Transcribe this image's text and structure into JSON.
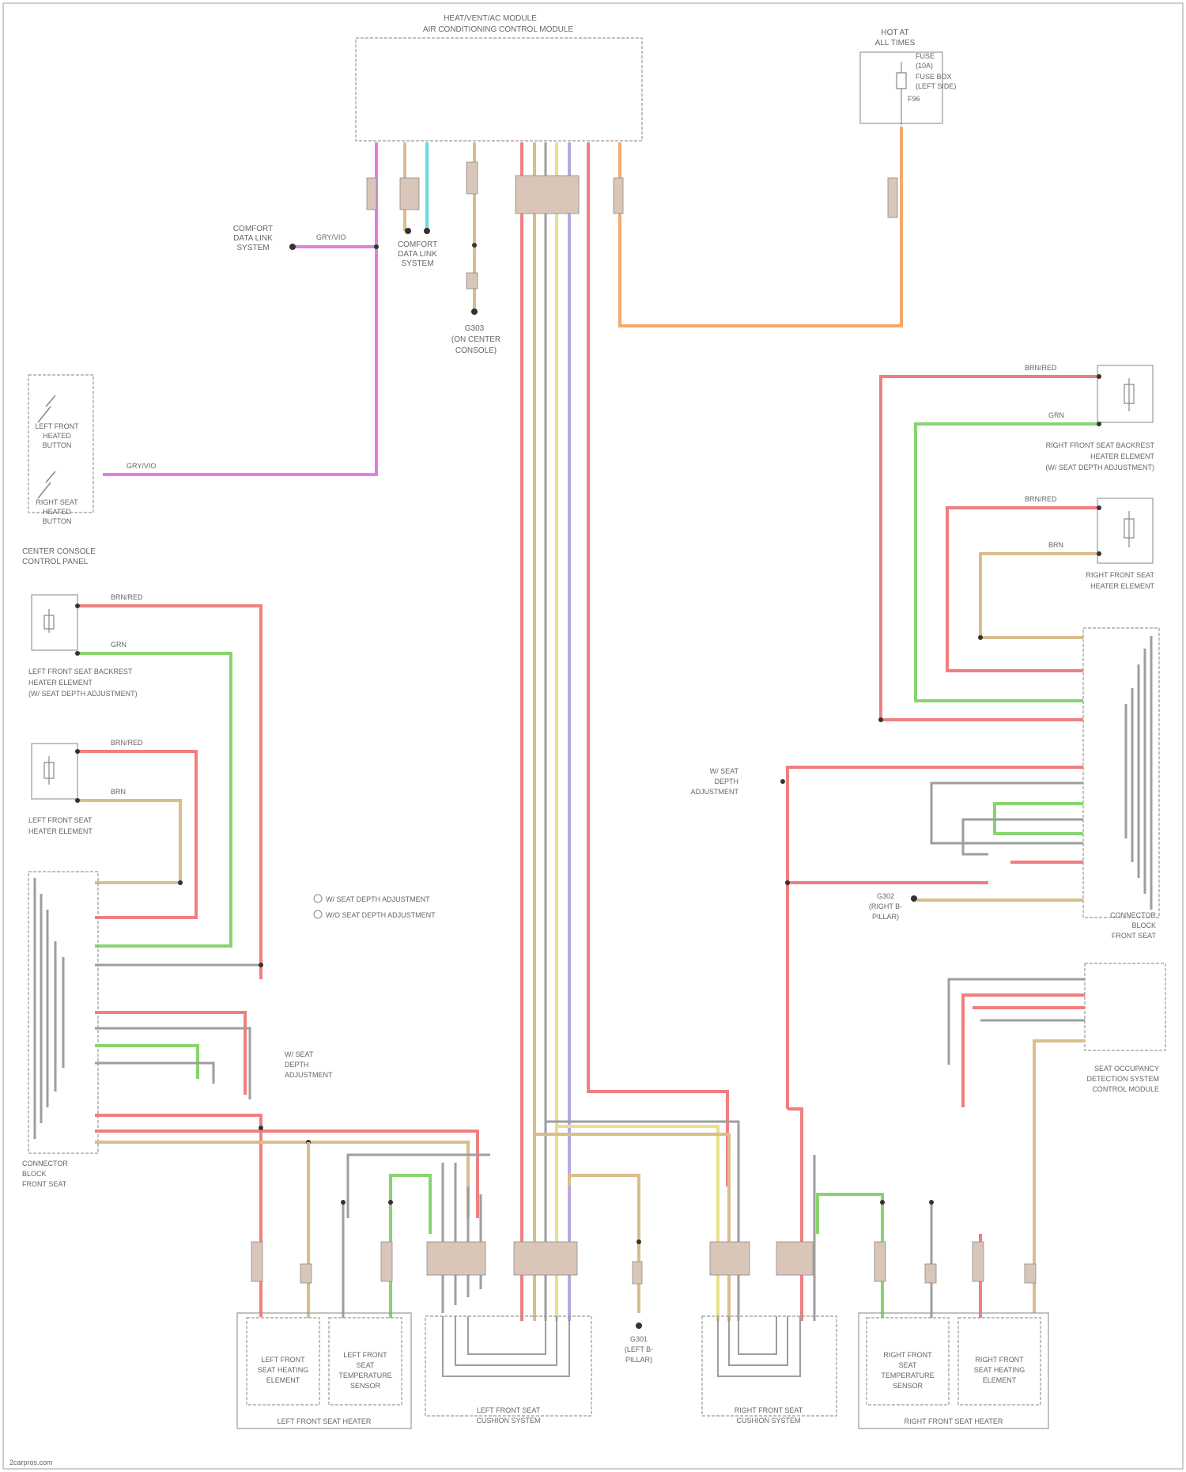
{
  "page": {
    "footer_credit": "2carpros.com"
  },
  "modules": {
    "climate_control": {
      "line1": "HEAT/VENT/AC MODULE",
      "line2": "AIR CONDITIONING CONTROL MODULE"
    },
    "hot_at_all_times": {
      "line1": "HOT AT",
      "line2": "ALL TIMES",
      "fuse_line1": "FUSE",
      "fuse_line2": "(10A)",
      "fuse_line3": "F96",
      "location_line1": "FUSE BOX",
      "location_line2": "(LEFT SIDE)"
    },
    "comfort_data_bus_1": {
      "line1": "COMFORT",
      "line2": "DATA LINK",
      "line3": "SYSTEM"
    },
    "comfort_data_bus_2": {
      "line1": "COMFORT",
      "line2": "DATA LINK",
      "line3": "SYSTEM"
    },
    "ground_center": {
      "line1": "G303",
      "line2": "(ON CENTER",
      "line3": "CONSOLE)"
    },
    "console_switch": {
      "switch1_line1": "LEFT FRONT",
      "switch1_line2": "HEATED",
      "switch1_line3": "BUTTON",
      "switch2_line1": "RIGHT SEAT",
      "switch2_line2": "HEATED",
      "switch2_line3": "BUTTON",
      "title_line1": "CENTER CONSOLE",
      "title_line2": "CONTROL PANEL"
    },
    "lf_backrest_heater": {
      "line1": "LEFT FRONT SEAT BACKREST",
      "line2": "HEATER ELEMENT",
      "line3": "(W/ SEAT DEPTH ADJUSTMENT)"
    },
    "lf_seat_heater": {
      "line1": "LEFT FRONT SEAT",
      "line2": "HEATER ELEMENT"
    },
    "rf_backrest_heater": {
      "line1": "RIGHT FRONT SEAT BACKREST",
      "line2": "HEATER ELEMENT",
      "line3": "(W/ SEAT DEPTH ADJUSTMENT)"
    },
    "rf_seat_heater": {
      "line1": "RIGHT FRONT SEAT",
      "line2": "HEATER ELEMENT"
    },
    "lf_seat_connector": {
      "line1": "CONNECTOR",
      "line2": "BLOCK",
      "line3": "FRONT SEAT"
    },
    "rf_seat_connector": {
      "line1": "CONNECTOR",
      "line2": "BLOCK",
      "line3": "FRONT SEAT"
    },
    "legend": {
      "item1": "W/ SEAT DEPTH ADJUSTMENT",
      "item2": "W/O SEAT DEPTH ADJUSTMENT"
    },
    "lf_splice": {
      "line1": "W/ SEAT",
      "line2": "DEPTH",
      "line3": "ADJUSTMENT"
    },
    "rf_splice": {
      "line1": "W/ SEAT",
      "line2": "DEPTH",
      "line3": "ADJUSTMENT"
    },
    "rf_ground": {
      "line1": "G302",
      "line2": "(RIGHT B-",
      "line3": "PILLAR)"
    },
    "seat_occupancy_module": {
      "line1": "SEAT OCCUPANCY",
      "line2": "DETECTION SYSTEM",
      "line3": "CONTROL MODULE"
    },
    "lf_ground_bottom": {
      "line1": "G301",
      "line2": "(LEFT B-",
      "line3": "PILLAR)"
    },
    "lf_seat_sensor": {
      "line1": "LEFT FRONT",
      "line2": "SEAT HEATING",
      "line3": "ELEMENT"
    },
    "lf_temp_sensor": {
      "line1": "LEFT FRONT",
      "line2": "SEAT",
      "line3": "TEMPERATURE",
      "line4": "SENSOR"
    },
    "lf_seat_heating_group": "LEFT FRONT SEAT HEATER",
    "lf_cushion_group": {
      "line1": "LEFT FRONT SEAT",
      "line2": "CUSHION SYSTEM"
    },
    "rf_cushion_group": {
      "line1": "RIGHT FRONT SEAT",
      "line2": "CUSHION SYSTEM"
    },
    "rf_temp_sensor": {
      "line1": "RIGHT FRONT",
      "line2": "SEAT",
      "line3": "TEMPERATURE",
      "line4": "SENSOR"
    },
    "rf_seat_sensor": {
      "line1": "RIGHT FRONT",
      "line2": "SEAT HEATING",
      "line3": "ELEMENT"
    },
    "rf_seat_heating_group": "RIGHT FRONT SEAT HEATER"
  },
  "wire_labels": {
    "pink_1": "GRY/VIO",
    "pink_2": "GRY/VIO",
    "red_rb1": "BRN/RED",
    "green_rb1": "GRN",
    "red_rb2": "BRN/RED",
    "tan_rb2": "BRN",
    "red_lb1": "BRN/RED",
    "green_lb1": "GRN",
    "red_lb2": "BRN/RED",
    "tan_lb2": "BRN"
  },
  "colors": {
    "pink": "#e27fe0",
    "red": "#f07f7f",
    "green": "#88d470",
    "tan": "#d9be8c",
    "gray": "#9e9e9e",
    "orange": "#f4a96a",
    "yellow": "#e8e08a",
    "cyan": "#66dcdc",
    "lavender": "#b8a8e0"
  }
}
